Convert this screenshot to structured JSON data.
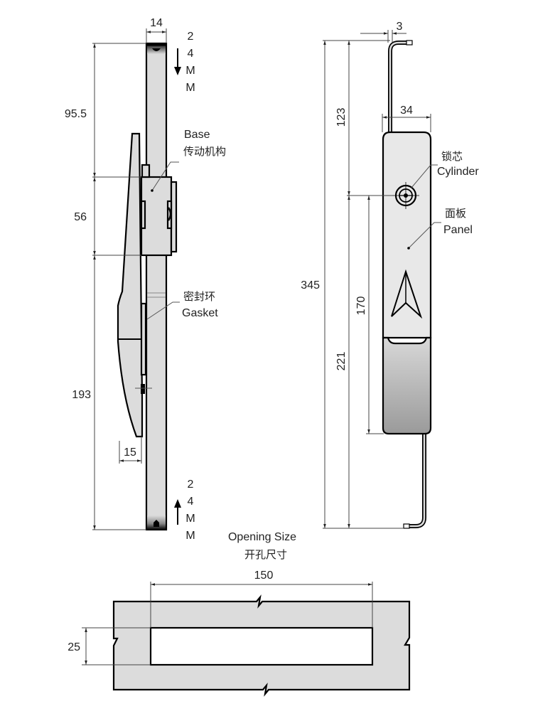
{
  "side_view": {
    "width_label": "14",
    "top_marker": {
      "chars": [
        "2",
        "4",
        "M",
        "M"
      ],
      "direction": "down"
    },
    "bottom_marker": {
      "chars": [
        "2",
        "4",
        "M",
        "M"
      ],
      "direction": "up"
    },
    "dimensions": {
      "upper": "95.5",
      "base": "56",
      "lower": "193",
      "lever_depth": "15"
    },
    "callouts": {
      "base_en": "Base",
      "base_cn": "传动机构",
      "gasket_cn": "密封环",
      "gasket_en": "Gasket"
    }
  },
  "front_view": {
    "dimensions": {
      "hook": "3",
      "width": "34",
      "top_to_cylinder": "123",
      "total": "345",
      "cylinder_to_bottom": "221",
      "handle": "170"
    },
    "callouts": {
      "cylinder_cn": "锁芯",
      "cylinder_en": "Cylinder",
      "panel_cn": "面板",
      "panel_en": "Panel"
    }
  },
  "opening": {
    "title_en": "Opening Size",
    "title_cn": "开孔尺寸",
    "width": "150",
    "height": "25"
  },
  "colors": {
    "part_fill": "#dcdcdc",
    "outline": "#000000",
    "dimension_line": "#444444"
  }
}
